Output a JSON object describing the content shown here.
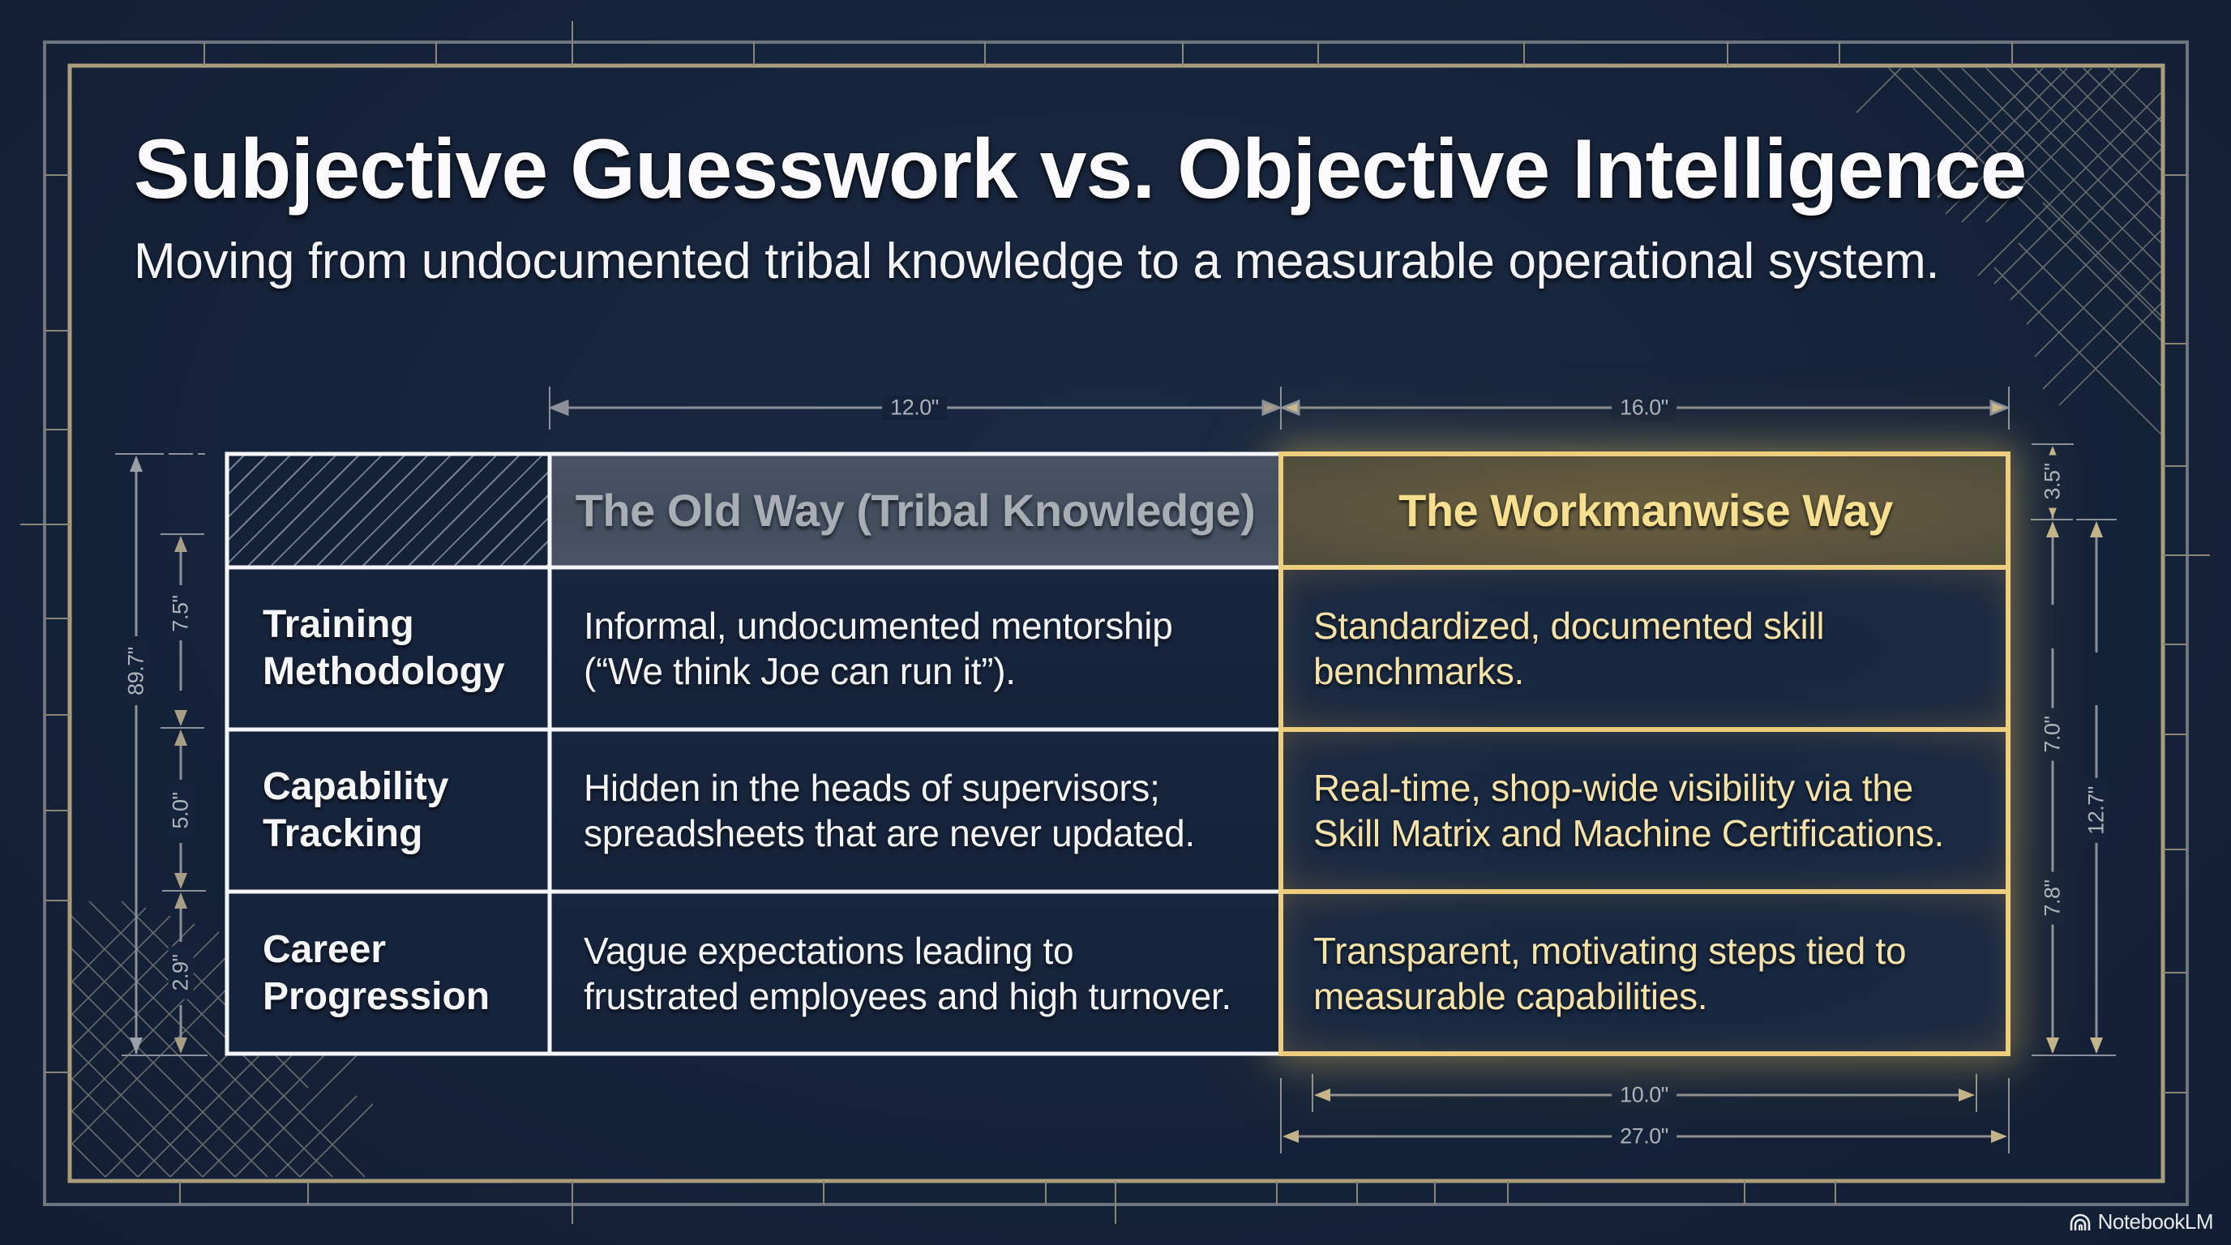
{
  "header": {
    "title": "Subjective Guesswork vs. Objective Intelligence",
    "subtitle": "Moving from undocumented tribal knowledge to a measurable operational system."
  },
  "table": {
    "columns": [
      {
        "label": ""
      },
      {
        "label": "The Old Way (Tribal Knowledge)"
      },
      {
        "label": "The Workmanwise Way"
      }
    ],
    "rows": [
      {
        "label_line1": "Training",
        "label_line2": "Methodology",
        "old_line1": "Informal, undocumented mentorship",
        "old_line2": "(“We think Joe can run it”).",
        "new_line1": "Standardized, documented skill",
        "new_line2": "benchmarks."
      },
      {
        "label_line1": "Capability",
        "label_line2": "Tracking",
        "old_line1": "Hidden in the heads of supervisors;",
        "old_line2": "spreadsheets that are never updated.",
        "new_line1": "Real-time, shop-wide visibility via the",
        "new_line2": "Skill Matrix and Machine Certifications."
      },
      {
        "label_line1": "Career",
        "label_line2": "Progression",
        "old_line1": "Vague expectations leading to",
        "old_line2": "frustrated employees and high turnover.",
        "new_line1": "Transparent, motivating steps tied to",
        "new_line2": "measurable capabilities."
      }
    ]
  },
  "dimensions": {
    "top_old_width": "12.0\"",
    "top_new_width": "16.0\"",
    "bottom_inner_width": "10.0\"",
    "bottom_total_width": "27.0\"",
    "left_total_height": "89.7\"",
    "left_row1": "7.5\"",
    "left_row2": "5.0\"",
    "left_row3": "2.9\"",
    "right_header": "3.5\"",
    "right_upper": "7.0\"",
    "right_lower": "7.8\"",
    "right_body_total": "12.7\""
  },
  "colors": {
    "background": "#15233a",
    "gold": "#e8c872",
    "gold_text": "#f6e08f",
    "frame_gray": "#7d828a",
    "frame_gold": "#a89b78"
  },
  "branding": {
    "icon": "notebooklm-icon",
    "label": "NotebookLM"
  }
}
